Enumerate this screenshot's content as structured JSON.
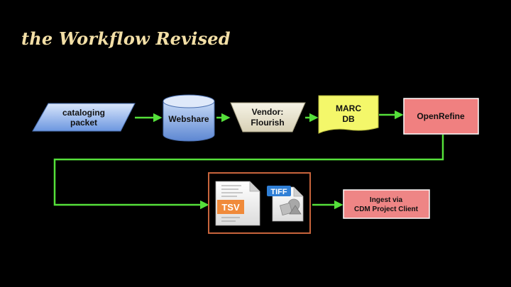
{
  "slide": {
    "title": "the Workflow Revised"
  },
  "nodes": {
    "cataloging_packet": {
      "line1": "cataloging",
      "line2": "packet"
    },
    "webshare": {
      "label": "Webshare"
    },
    "vendor": {
      "line1": "Vendor:",
      "line2": "Flourish"
    },
    "marc_db": {
      "line1": "MARC",
      "line2": "DB"
    },
    "openrefine": {
      "label": "OpenRefine"
    },
    "tsv": {
      "badge": "TSV"
    },
    "tiff": {
      "badge": "TIFF"
    },
    "ingest": {
      "line1": "Ingest via",
      "line2": "CDM Project Client"
    }
  },
  "colors": {
    "background": "#000000",
    "title": "#f3dfa6",
    "arrow": "#55e03a",
    "openrefine_fill": "#f08080",
    "ingest_fill": "#ee8585",
    "marc_fill": "#f4f76a",
    "group_border": "#c8643c",
    "tsv_badge": "#f08a3a",
    "tiff_badge": "#2f7fd6"
  }
}
